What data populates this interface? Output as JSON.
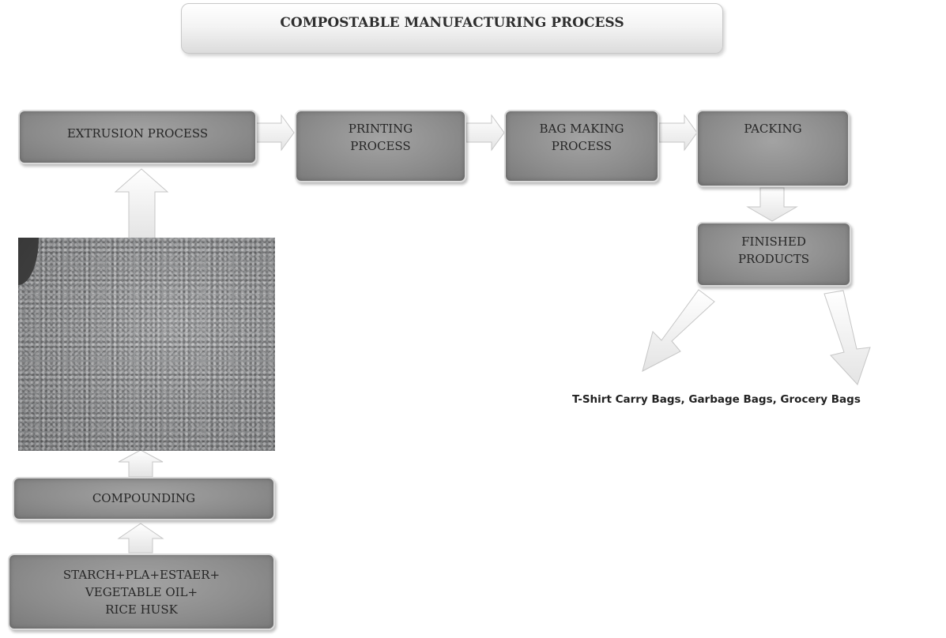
{
  "title": "COMPOSTABLE MANUFACTURING PROCESS",
  "steps": {
    "extrusion": [
      "EXTRUSION PROCESS"
    ],
    "printing": [
      "PRINTING",
      "PROCESS"
    ],
    "bag_making": [
      "BAG MAKING",
      "PROCESS"
    ],
    "packing": [
      "PACKING"
    ],
    "finished": [
      "FINISHED",
      "PRODUCTS"
    ],
    "compounding": [
      "COMPOUNDING"
    ],
    "raw_materials": [
      "STARCH+PLA+ESTAER+",
      "VEGETABLE OIL+",
      "RICE HUSK"
    ]
  },
  "products_text": "T-Shirt Carry Bags, Garbage Bags, Grocery Bags",
  "colors": {
    "box_fill": "#8c8c8c",
    "box_border": "#d9d9d9",
    "arrow_fill": "#f2f2f2",
    "arrow_stroke": "#c6c6c6",
    "text": "#262626"
  },
  "icons": {
    "flow_arrow": "block-arrow",
    "granules_photo": "photo"
  }
}
